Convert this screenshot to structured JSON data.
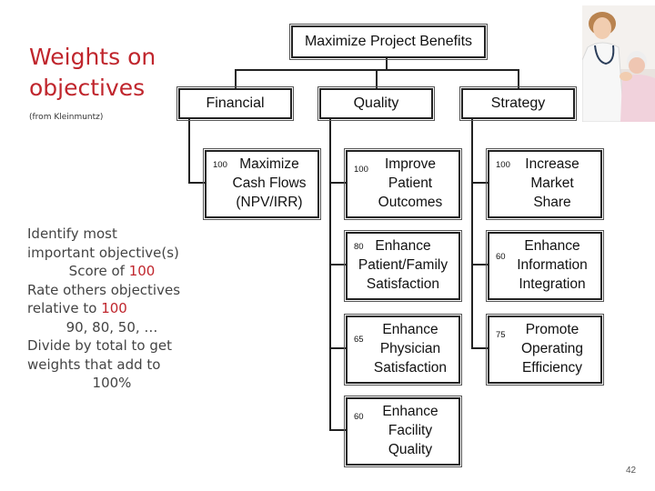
{
  "title": "Weights on objectives",
  "source": "(from Kleinmuntz)",
  "bullets": {
    "l1": "Identify most",
    "l2": "important objective(s)",
    "l3_pre": "Score of ",
    "l3_val": "100",
    "l4": "Rate others objectives",
    "l5_pre": "relative to ",
    "l5_val": "100",
    "l6": "90, 80, 50, …",
    "l7": "Divide by total to get",
    "l8": "weights that add to",
    "l9": "100%"
  },
  "hierarchy": {
    "root": "Maximize Project Benefits",
    "categories": [
      "Financial",
      "Quality",
      "Strategy"
    ],
    "financial": {
      "score": "100",
      "lines": [
        "Maximize",
        "Cash Flows",
        "(NPV/IRR)"
      ]
    },
    "quality": [
      {
        "score": "100",
        "lines": [
          "Improve",
          "Patient",
          "Outcomes"
        ]
      },
      {
        "score": "80",
        "lines": [
          "Enhance",
          "Patient/Family",
          "Satisfaction"
        ]
      },
      {
        "score": "65",
        "lines": [
          "Enhance",
          "Physician",
          "Satisfaction"
        ]
      },
      {
        "score": "60",
        "lines": [
          "Enhance",
          "Facility",
          "Quality"
        ]
      }
    ],
    "strategy": [
      {
        "score": "100",
        "lines": [
          "Increase",
          "Market",
          "Share"
        ]
      },
      {
        "score": "60",
        "lines": [
          "Enhance",
          "Information",
          "Integration"
        ]
      },
      {
        "score": "75",
        "lines": [
          "Promote",
          "Operating",
          "Efficiency"
        ]
      }
    ]
  },
  "page_number": "42",
  "colors": {
    "accent": "#c0262d",
    "text": "#444444",
    "border": "#222222"
  }
}
